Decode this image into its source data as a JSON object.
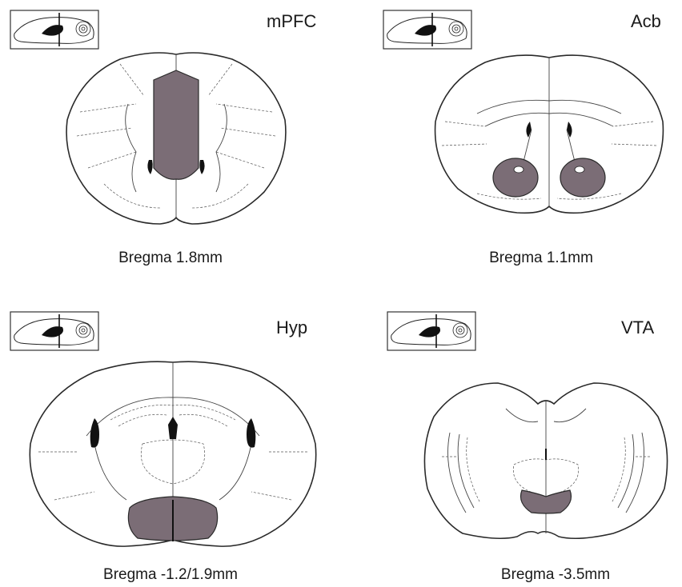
{
  "colors": {
    "roi_fill": "#7b6d76",
    "outline": "#2a2a2a"
  },
  "panels": [
    {
      "region": "mPFC",
      "bregma": "Bregma 1.8mm"
    },
    {
      "region": "Acb",
      "bregma": "Bregma 1.1mm"
    },
    {
      "region": "Hyp",
      "bregma": "Bregma -1.2/1.9mm"
    },
    {
      "region": "VTA",
      "bregma": "Bregma -3.5mm"
    }
  ]
}
